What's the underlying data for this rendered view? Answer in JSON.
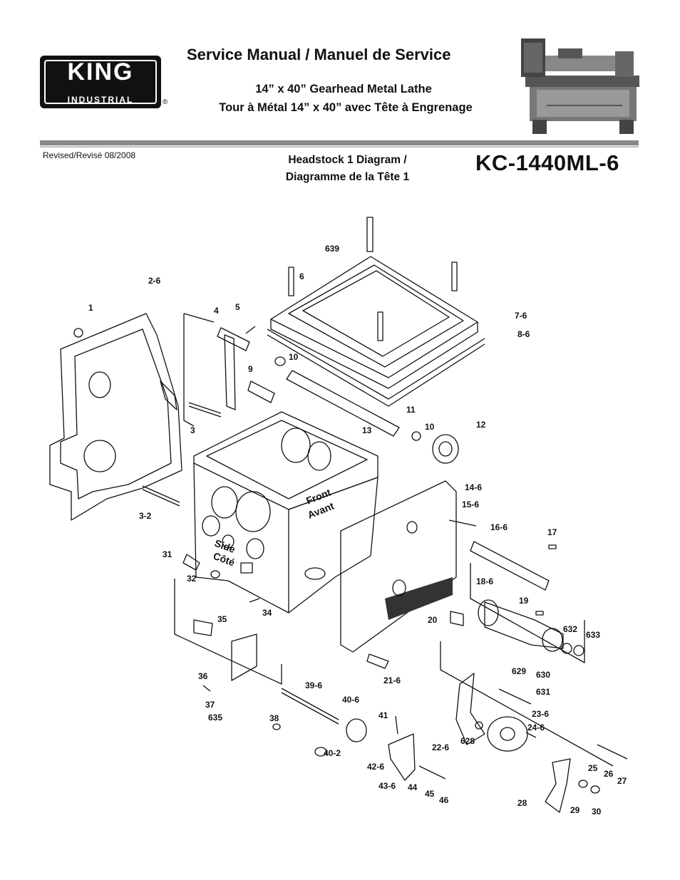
{
  "header": {
    "logo_king": "KING",
    "logo_industrial": "INDUSTRIAL",
    "registered": "®",
    "title": "Service Manual / Manuel de Service",
    "subtitle_en": "14” x 40” Gearhead Metal Lathe",
    "subtitle_fr": "Tour à Métal 14” x 40” avec Tête à Engrenage"
  },
  "meta": {
    "revised": "Revised/Revisé 08/2008",
    "heading_en": "Headstock 1 Diagram /",
    "heading_fr": "Diagramme de la Tête 1",
    "model": "KC-1440ML-6"
  },
  "body_labels": {
    "front": "Front",
    "avant": "Avant",
    "side": "Side",
    "cote": "Côté"
  },
  "parts": [
    {
      "label": "639"
    },
    {
      "label": "6"
    },
    {
      "label": "2-6"
    },
    {
      "label": "1"
    },
    {
      "label": "4"
    },
    {
      "label": "5"
    },
    {
      "label": "7-6"
    },
    {
      "label": "8-6"
    },
    {
      "label": "10"
    },
    {
      "label": "9"
    },
    {
      "label": "3"
    },
    {
      "label": "11"
    },
    {
      "label": "13"
    },
    {
      "label": "10"
    },
    {
      "label": "12"
    },
    {
      "label": "14-6"
    },
    {
      "label": "15-6"
    },
    {
      "label": "3-2"
    },
    {
      "label": "16-6"
    },
    {
      "label": "17"
    },
    {
      "label": "31"
    },
    {
      "label": "32"
    },
    {
      "label": "18-6"
    },
    {
      "label": "19"
    },
    {
      "label": "34"
    },
    {
      "label": "35"
    },
    {
      "label": "20"
    },
    {
      "label": "632"
    },
    {
      "label": "633"
    },
    {
      "label": "36"
    },
    {
      "label": "21-6"
    },
    {
      "label": "629"
    },
    {
      "label": "630"
    },
    {
      "label": "39-6"
    },
    {
      "label": "37"
    },
    {
      "label": "631"
    },
    {
      "label": "40-6"
    },
    {
      "label": "23-6"
    },
    {
      "label": "635"
    },
    {
      "label": "38"
    },
    {
      "label": "41"
    },
    {
      "label": "24-6"
    },
    {
      "label": "22-6"
    },
    {
      "label": "628"
    },
    {
      "label": "40-2"
    },
    {
      "label": "42-6"
    },
    {
      "label": "25"
    },
    {
      "label": "26"
    },
    {
      "label": "27"
    },
    {
      "label": "43-6"
    },
    {
      "label": "44"
    },
    {
      "label": "45"
    },
    {
      "label": "46"
    },
    {
      "label": "28"
    },
    {
      "label": "29"
    },
    {
      "label": "30"
    }
  ]
}
